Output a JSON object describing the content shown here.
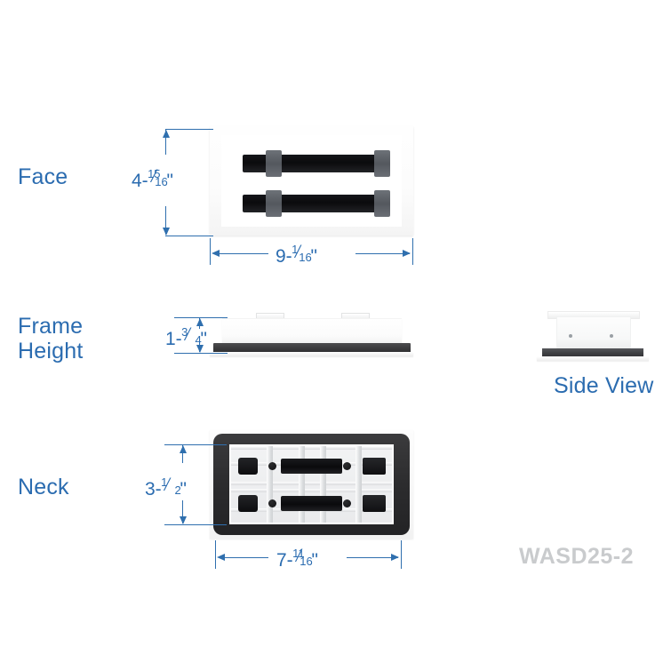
{
  "diagram": {
    "product_code": "WASD25-2",
    "accent_color": "#2b6cb0",
    "code_color": "#c9cbcd",
    "background_color": "#ffffff"
  },
  "rows": {
    "face": {
      "label": "Face",
      "height_dimension": {
        "whole": "4-",
        "numerator": "15",
        "denominator": "16",
        "unit": "\"",
        "value": "4-15/16\""
      },
      "width_dimension": {
        "whole": "9-",
        "numerator": "1",
        "denominator": "16",
        "unit": "\"",
        "value": "9-1/16\""
      }
    },
    "frame": {
      "label_line1": "Frame",
      "label_line2": "Height",
      "height_dimension": {
        "whole": "1-",
        "numerator": "3",
        "denominator": "4",
        "unit": "\"",
        "value": "1-3/4\""
      }
    },
    "side": {
      "label": "Side View"
    },
    "neck": {
      "label": "Neck",
      "height_dimension": {
        "whole": "3-",
        "numerator": "1",
        "denominator": "2",
        "unit": "\"",
        "value": "3-1/2\""
      },
      "width_dimension": {
        "whole": "7-",
        "numerator": "11",
        "denominator": "16",
        "unit": "\"",
        "value": "7-11/16\""
      }
    }
  }
}
